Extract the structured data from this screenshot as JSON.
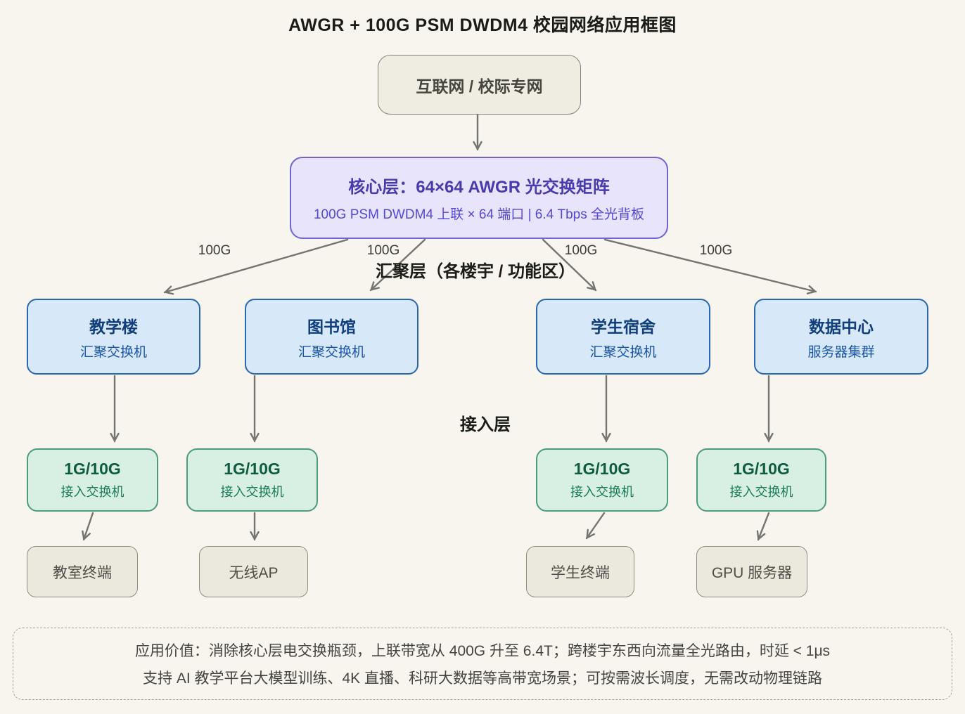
{
  "title": "AWGR + 100G PSM DWDM4 校园网络应用框图",
  "internet": {
    "label": "互联网 / 校际专网"
  },
  "core": {
    "title": "核心层：64×64 AWGR 光交换矩阵",
    "subtitle": "100G PSM DWDM4 上联 × 64 端口 | 6.4 Tbps 全光背板"
  },
  "link_labels": [
    "100G",
    "100G",
    "100G",
    "100G"
  ],
  "layers": {
    "aggregation_label": "汇聚层（各楼宇 / 功能区）",
    "access_label": "接入层"
  },
  "aggregation_nodes": [
    {
      "title": "教学楼",
      "subtitle": "汇聚交换机"
    },
    {
      "title": "图书馆",
      "subtitle": "汇聚交换机"
    },
    {
      "title": "学生宿舍",
      "subtitle": "汇聚交换机"
    },
    {
      "title": "数据中心",
      "subtitle": "服务器集群"
    }
  ],
  "access_nodes": [
    {
      "title": "1G/10G",
      "subtitle": "接入交换机"
    },
    {
      "title": "1G/10G",
      "subtitle": "接入交换机"
    },
    {
      "title": "1G/10G",
      "subtitle": "接入交换机"
    },
    {
      "title": "1G/10G",
      "subtitle": "接入交换机"
    }
  ],
  "terminal_nodes": [
    {
      "label": "教室终端"
    },
    {
      "label": "无线AP"
    },
    {
      "label": "学生终端"
    },
    {
      "label": "GPU 服务器"
    }
  ],
  "value_note": {
    "line1": "应用价值：消除核心层电交换瓶颈，上联带宽从 400G 升至 6.4T；跨楼宇东西向流量全光路由，时延 < 1μs",
    "line2": "支持 AI 教学平台大模型训练、4K 直播、科研大数据等高带宽场景；可按需波长调度，无需改动物理链路"
  },
  "colors": {
    "background": "#f7f5ee",
    "core_fill": "#e7e4fb",
    "core_border": "#7064d4",
    "core_text": "#473bad",
    "aggregation_fill": "#d7e8f8",
    "aggregation_border": "#2b67b0",
    "aggregation_text": "#113e7d",
    "access_fill": "#d8f0e3",
    "access_border": "#4c9d77",
    "access_text": "#0e5b40",
    "terminal_fill": "#ebe8de",
    "terminal_border": "#8f8d82",
    "arrow": "#75746e"
  }
}
